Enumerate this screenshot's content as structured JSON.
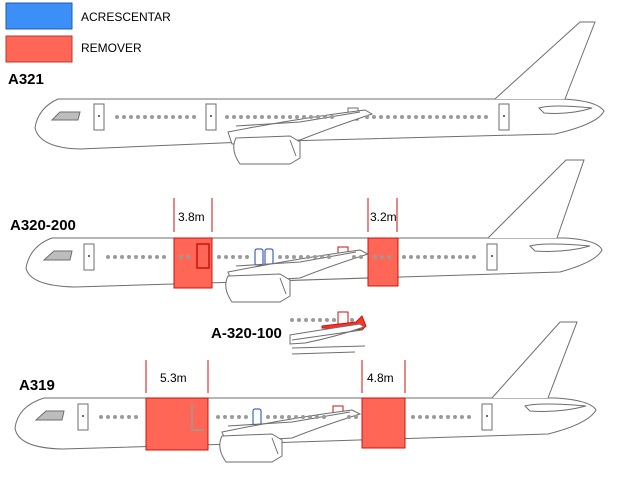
{
  "legend": {
    "add_label": "ACRESCENTAR",
    "remove_label": "REMOVER",
    "add_color": "#3b8ff6",
    "remove_color": "#ff6655"
  },
  "aircraft": {
    "a321": {
      "label": "A321"
    },
    "a320_200": {
      "label": "A320-200",
      "plug_front": "3.8m",
      "plug_rear": "3.2m"
    },
    "a320_100": {
      "label": "A-320-100"
    },
    "a319": {
      "label": "A319",
      "plug_front": "5.3m",
      "plug_rear": "4.8m"
    }
  },
  "colors": {
    "outline": "#6e6e6e",
    "window": "#9a9a9a",
    "plug_edge": "#cc1111",
    "add_door": "#1f3fb0",
    "remove_door": "#cc1111"
  }
}
